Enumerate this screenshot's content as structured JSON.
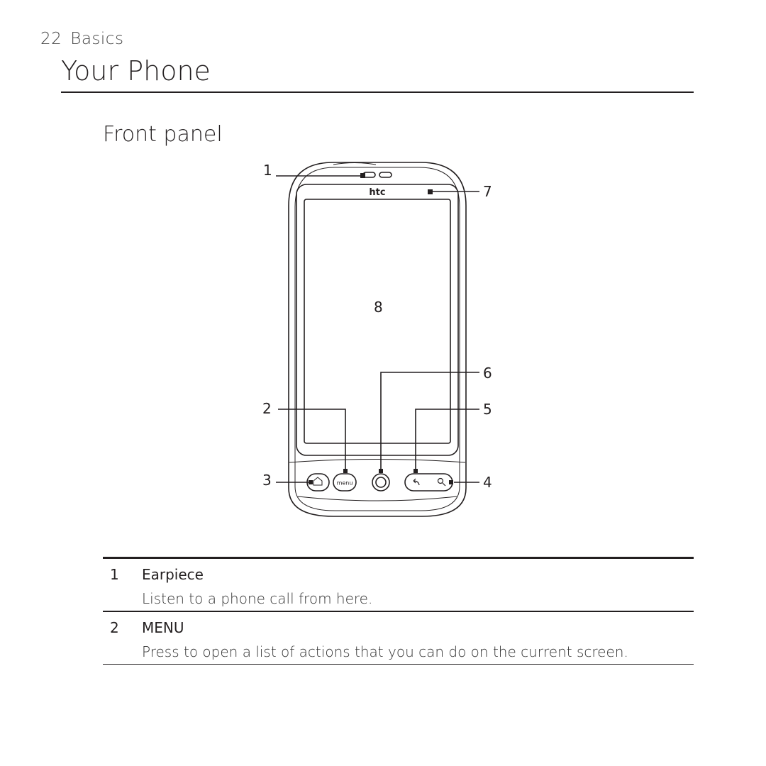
{
  "header": {
    "page_number": "22",
    "chapter": "Basics"
  },
  "title": "Your Phone",
  "section": "Front panel",
  "diagram": {
    "brand": "htc",
    "menu_key_label": "menu",
    "callouts": {
      "c1": "1",
      "c2": "2",
      "c3": "3",
      "c4": "4",
      "c5": "5",
      "c6": "6",
      "c7": "7",
      "c8": "8"
    }
  },
  "legend": [
    {
      "number": "1",
      "title": "Earpiece",
      "description": "Listen to a phone call from here."
    },
    {
      "number": "2",
      "title": "MENU",
      "description": "Press to open a list of actions that you can do on the current screen."
    }
  ]
}
